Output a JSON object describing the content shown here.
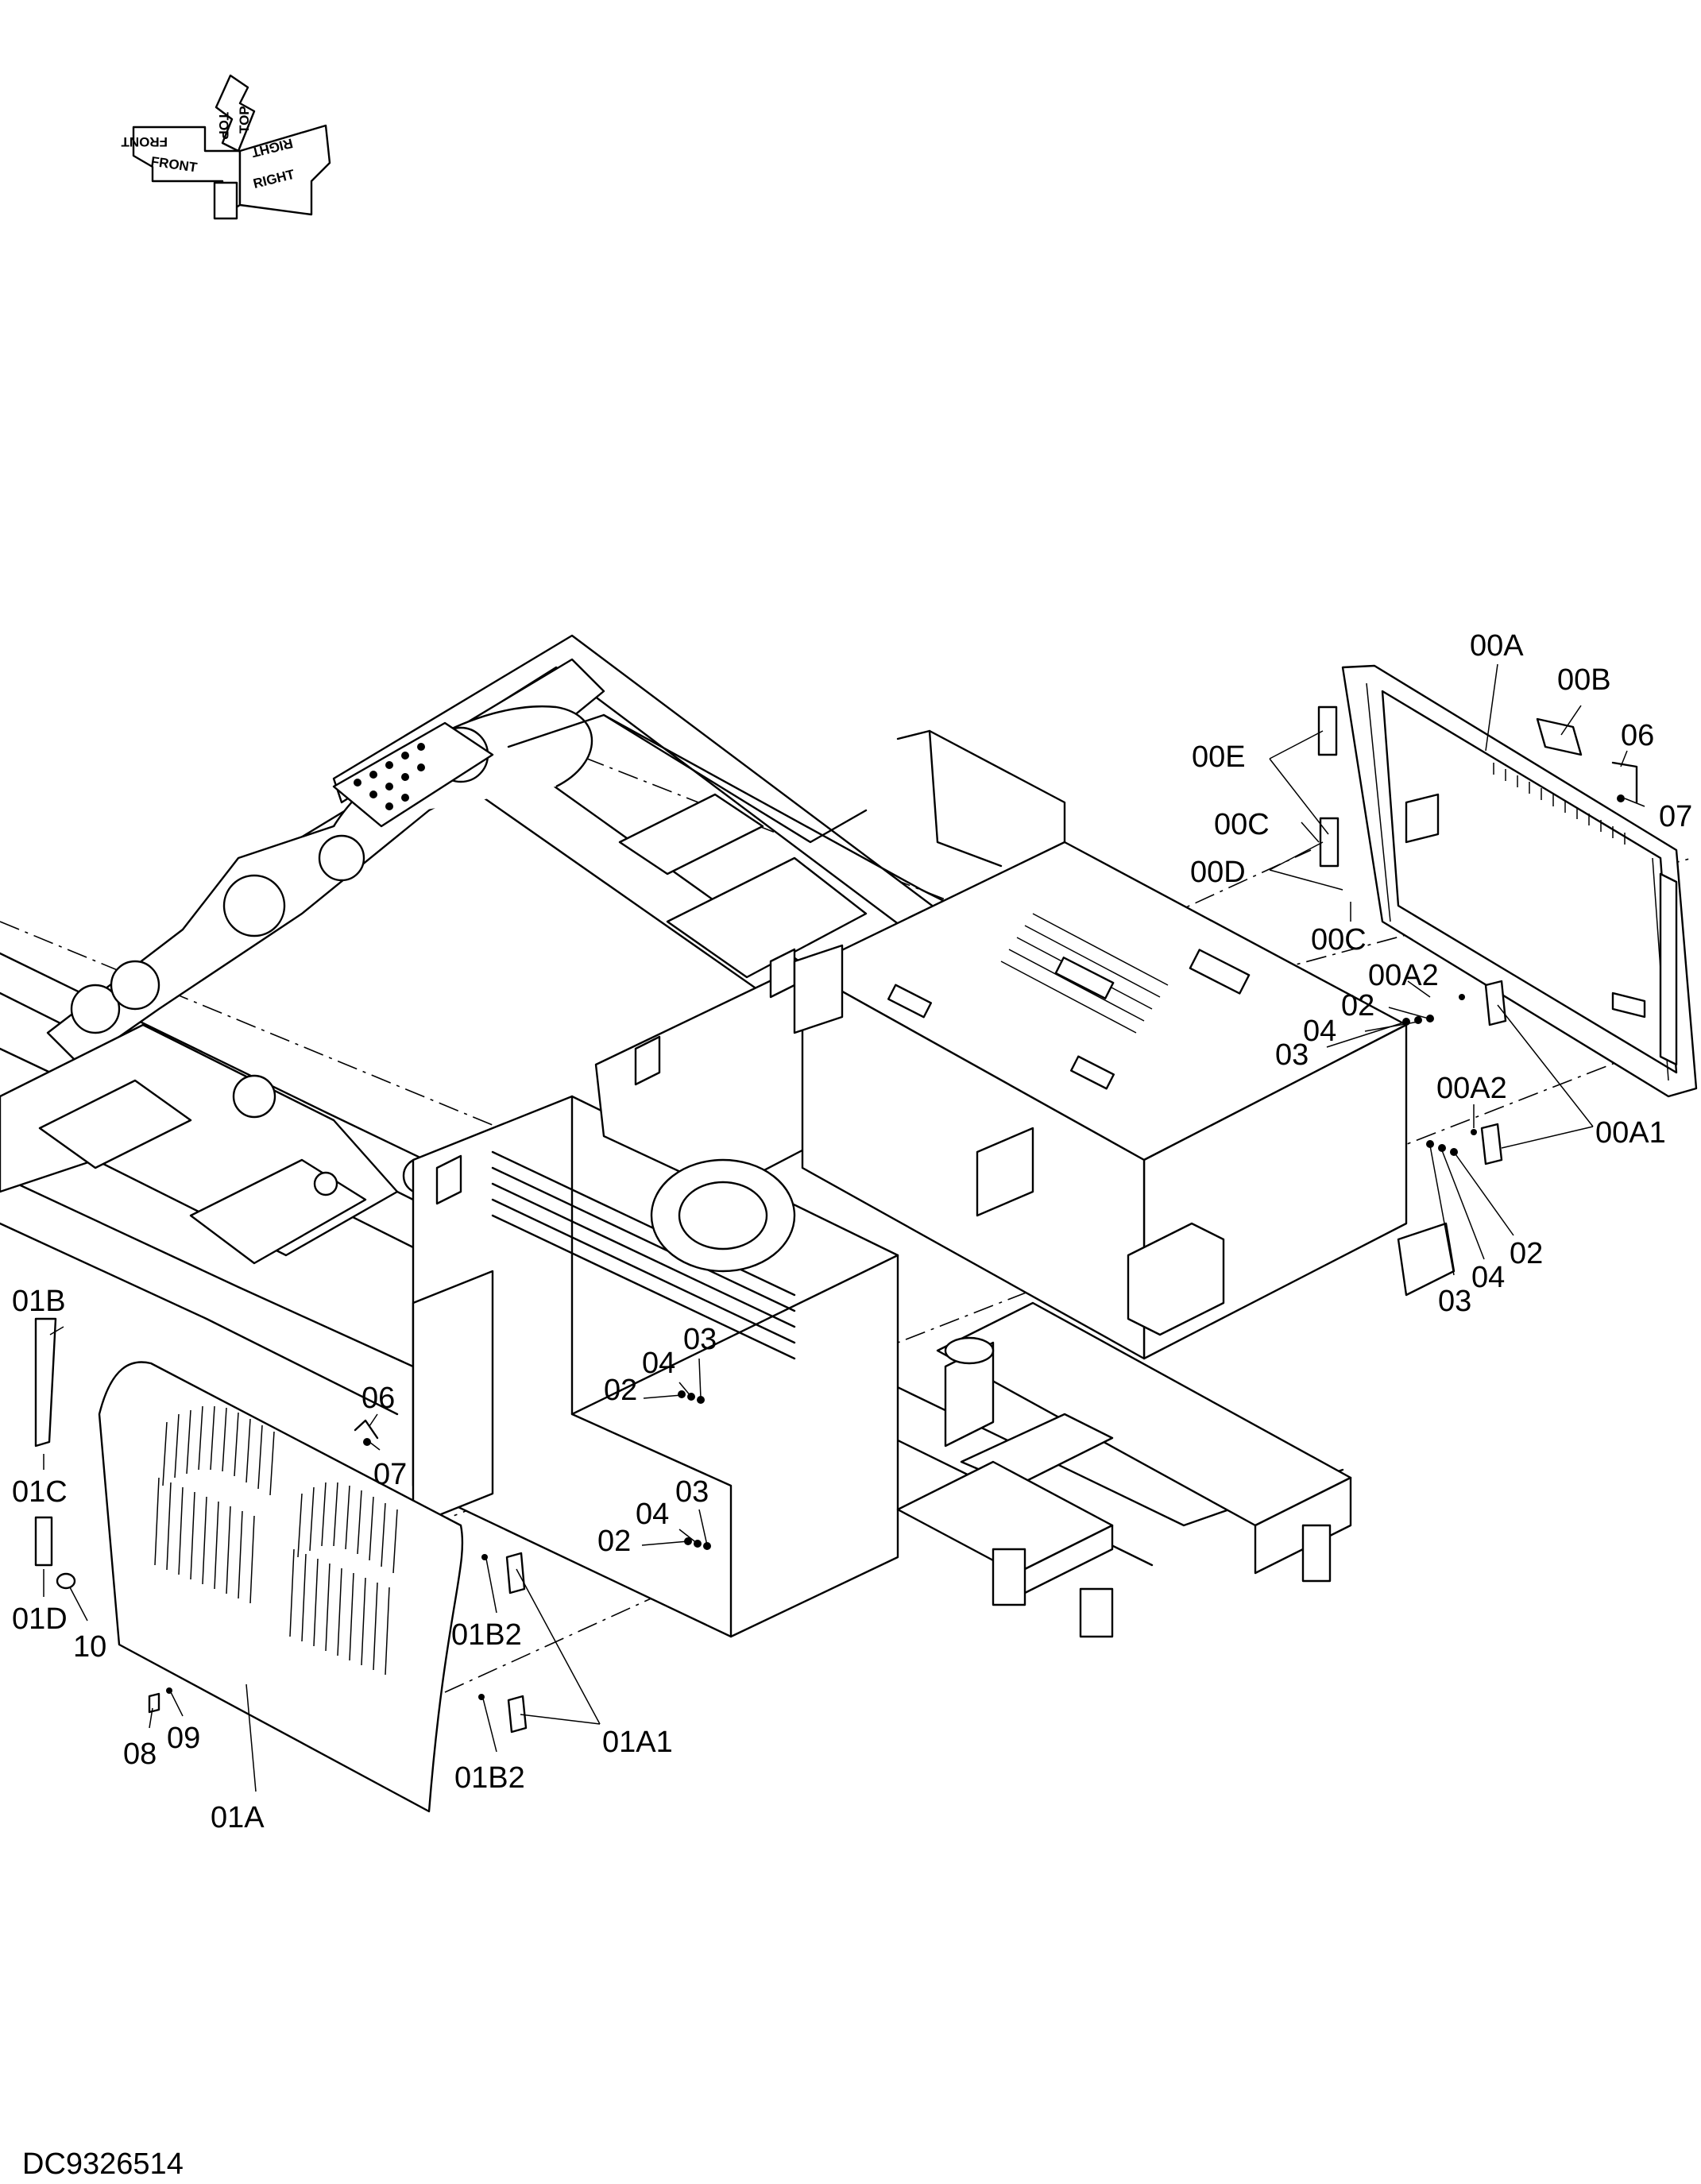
{
  "orientation": {
    "front": "FRONT",
    "top": "TOP",
    "right": "RIGHT",
    "front_mirror": "FRONT",
    "top_mirror": "TOP",
    "right_mirror": "RIGHT"
  },
  "drawing_number": "DC9326514",
  "callouts": {
    "c00A": "00A",
    "c00B": "00B",
    "c06a": "06",
    "c07a": "07",
    "c00E": "00E",
    "c00C1": "00C",
    "c00D": "00D",
    "c00C2": "00C",
    "c00A2a": "00A2",
    "c02a": "02",
    "c04a": "04",
    "c03a": "03",
    "c00A2b": "00A2",
    "c00A1": "00A1",
    "c02b": "02",
    "c04b": "04",
    "c03b": "03",
    "c01B": "01B",
    "c01C": "01C",
    "c01D": "01D",
    "c10": "10",
    "c06b": "06",
    "c07b": "07",
    "c03c": "03",
    "c04c": "04",
    "c02c": "02",
    "c03d": "03",
    "c04d": "04",
    "c02d": "02",
    "c01B2a": "01B2",
    "c01B2b": "01B2",
    "c01A1": "01A1",
    "c08": "08",
    "c09": "09",
    "c01A": "01A"
  }
}
